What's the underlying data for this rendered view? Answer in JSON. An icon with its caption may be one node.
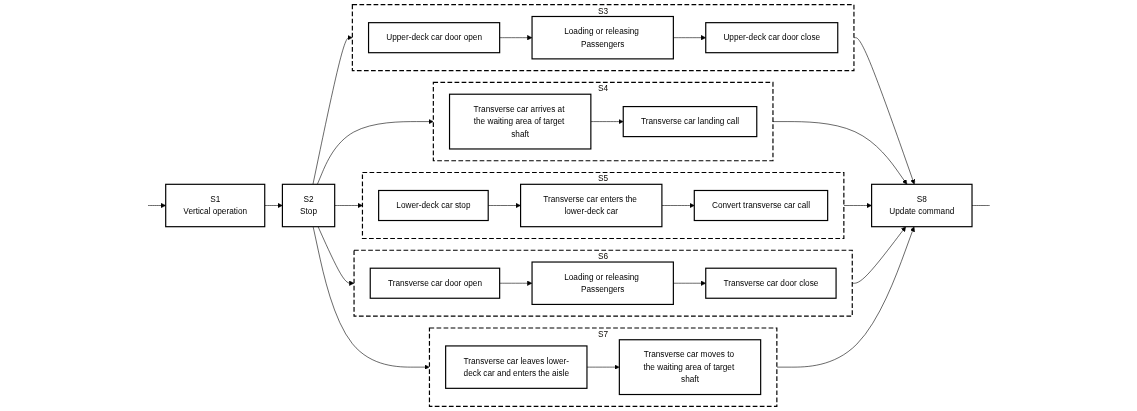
{
  "diagram": {
    "nodes": [
      {
        "text": [
          "S1",
          "Vertical operation"
        ]
      },
      {
        "text": [
          "S2",
          "Stop"
        ]
      },
      {
        "text": [
          "S3"
        ]
      },
      {
        "text": [
          "Upper-deck car door open"
        ],
        "in": 2
      },
      {
        "text": [
          "Loading or releasing Passengers"
        ],
        "in": 2
      },
      {
        "text": [
          "Upper-deck car door close"
        ],
        "in": 2
      },
      {
        "text": [
          "S4"
        ]
      },
      {
        "text": [
          "Transverse car arrives at the waiting area of target shaft"
        ],
        "in": 6
      },
      {
        "text": [
          "Transverse car landing call"
        ],
        "in": 6
      },
      {
        "text": [
          "S5"
        ]
      },
      {
        "text": [
          "Lower-deck car stop"
        ],
        "in": 9
      },
      {
        "text": [
          "Transverse car enters the lower-deck car"
        ],
        "in": 9
      },
      {
        "text": [
          "Convert transverse car call"
        ],
        "in": 9
      },
      {
        "text": [
          "S6"
        ]
      },
      {
        "text": [
          "Transverse car door open"
        ],
        "in": 13
      },
      {
        "text": [
          "Loading or releasing Passengers"
        ],
        "in": 13
      },
      {
        "text": [
          "Transverse car door close"
        ],
        "in": 13
      },
      {
        "text": [
          "S7"
        ]
      },
      {
        "text": [
          "Transverse car leaves lower-deck car and enters the aisle"
        ],
        "in": 17
      },
      {
        "text": [
          "Transverse car moves to the waiting area of target shaft"
        ],
        "in": 17
      },
      {
        "text": [
          "S8",
          "Update command"
        ]
      }
    ],
    "edges": [
      {
        "from": 0,
        "to": 1,
        "arrow": "to"
      },
      {
        "from": 1,
        "to": 2,
        "arrow": "to"
      },
      {
        "from": 1,
        "to": 6,
        "arrow": "to"
      },
      {
        "from": 1,
        "to": 9,
        "arrow": "to"
      },
      {
        "from": 1,
        "to": 13,
        "arrow": "to"
      },
      {
        "from": 1,
        "to": 17,
        "arrow": "to"
      },
      {
        "from": 3,
        "to": 4,
        "arrow": "to"
      },
      {
        "from": 4,
        "to": 5,
        "arrow": "to"
      },
      {
        "from": 7,
        "to": 8,
        "arrow": "to"
      },
      {
        "from": 10,
        "to": 11,
        "arrow": "to"
      },
      {
        "from": 11,
        "to": 12,
        "arrow": "to"
      },
      {
        "from": 14,
        "to": 15,
        "arrow": "to"
      },
      {
        "from": 15,
        "to": 16,
        "arrow": "to"
      },
      {
        "from": 18,
        "to": 19,
        "arrow": "to"
      },
      {
        "from": 2,
        "to": 20,
        "arrow": "to"
      },
      {
        "from": 6,
        "to": 20,
        "arrow": "to"
      },
      {
        "from": 9,
        "to": 20,
        "arrow": "to"
      },
      {
        "from": 13,
        "to": 20,
        "arrow": "to"
      },
      {
        "from": 17,
        "to": 20,
        "arrow": "to"
      },
      {
        "from": 20,
        "to": null,
        "arrow": "none"
      },
      {
        "from": null,
        "to": 0,
        "arrow": "to"
      }
    ]
  }
}
